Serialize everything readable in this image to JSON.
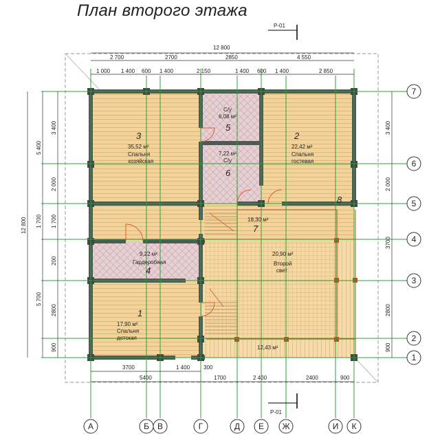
{
  "title": "План второго этажа",
  "section_marks": {
    "top": "Р-01",
    "bottom": "Р-01"
  },
  "axes_letters": [
    "А",
    "Б",
    "В",
    "Г",
    "Д",
    "Е",
    "Ж",
    "И",
    "К"
  ],
  "axes_numbers": [
    "7",
    "6",
    "5",
    "4",
    "3",
    "2",
    "1"
  ],
  "dims_top_total": "12 800",
  "dims_top_row1": [
    "2 700",
    "2700",
    "2850",
    "4 550"
  ],
  "dims_top_row2": [
    "1 000",
    "1 400",
    "600",
    "1 400",
    "2 150",
    "1 400",
    "600",
    "1 400",
    "2 850"
  ],
  "dims_bottom_row1": [
    "3700",
    "1 400",
    "300"
  ],
  "dims_bottom_row2": [
    "5400",
    "1700",
    "2 400",
    "2400",
    "900"
  ],
  "dims_left_total": "12 800",
  "dims_left_outer": [
    "5 400",
    "1 700",
    "5 700"
  ],
  "dims_left_inner": [
    "3 400",
    "2 000",
    "1 700",
    "200",
    "2800",
    "900"
  ],
  "dims_right": [
    "3 400",
    "2 000",
    "3700",
    "2800",
    "900"
  ],
  "rooms": [
    {
      "num": "3",
      "area": "35,52 м²",
      "name1": "Спальня",
      "name2": "хозяйская"
    },
    {
      "num": "2",
      "area": "22,42 м²",
      "name1": "Спальня",
      "name2": "гостевая"
    },
    {
      "num": "5",
      "area": "6,08 м²",
      "name1": "С/у",
      "name2": ""
    },
    {
      "num": "6",
      "area": "7,22 м²",
      "name1": "С/у",
      "name2": ""
    },
    {
      "num": "7",
      "area": "18,30 м²",
      "name1": "",
      "name2": ""
    },
    {
      "num": "4",
      "area": "9,22 м²",
      "name1": "Гардеробная",
      "name2": ""
    },
    {
      "num": "1",
      "area": "17,90 м²",
      "name1": "Спальня",
      "name2": "детская"
    },
    {
      "num": "",
      "area": "20,90 м²",
      "name1": "Второй",
      "name2": "свет"
    },
    {
      "num": "8",
      "area": "12,43 м²",
      "name1": "",
      "name2": ""
    }
  ]
}
